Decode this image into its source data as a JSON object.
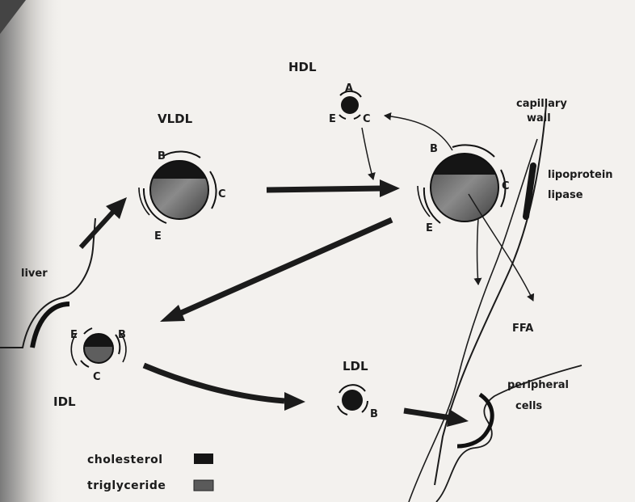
{
  "particles": {
    "vldl": {
      "label": "VLDL",
      "apo": [
        "B",
        "C",
        "E"
      ]
    },
    "hdl": {
      "label": "HDL",
      "apo": [
        "A",
        "E",
        "C"
      ]
    },
    "vldl_capillary": {
      "apo": [
        "B",
        "C",
        "E"
      ]
    },
    "idl": {
      "label": "IDL",
      "apo": [
        "E",
        "B",
        "C"
      ]
    },
    "ldl": {
      "label": "LDL",
      "apo": [
        "B"
      ]
    }
  },
  "labels": {
    "capillary": [
      "capillary",
      "wall"
    ],
    "enzyme": [
      "lipoprotein",
      "lipase"
    ],
    "liver": "liver",
    "ffa": "FFA",
    "peripheral": [
      "peripheral",
      "cells"
    ]
  },
  "legend": [
    {
      "label": "cholesterol",
      "color": "#151515"
    },
    {
      "label": "triglyceride",
      "color": "#5a5a5a"
    }
  ],
  "colors": {
    "cholesterol": "#151515",
    "triglyceride": "#5b5b5b",
    "ink": "#1b1b1b"
  }
}
